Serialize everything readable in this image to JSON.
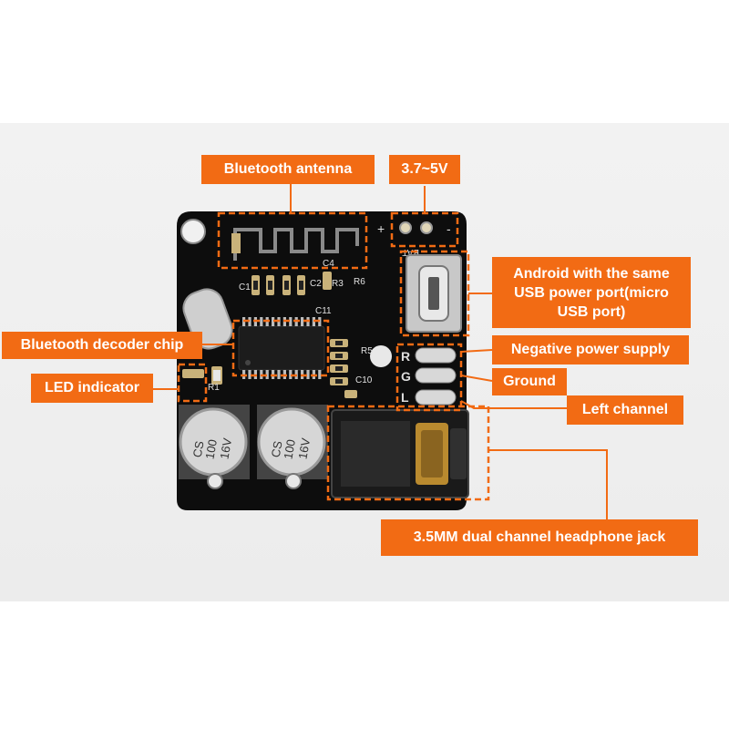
{
  "diagram": {
    "labels": {
      "bluetooth_antenna": "Bluetooth antenna",
      "voltage": "3.7~5V",
      "usb_port": [
        "Android with the same",
        "USB power port(micro",
        "USB port)"
      ],
      "decoder_chip": "Bluetooth decoder chip",
      "negative_supply": "Negative power supply",
      "led_indicator": "LED indicator",
      "ground": "Ground",
      "left_channel": "Left channel",
      "headphone_jack": "3.5MM dual channel headphone jack"
    },
    "board_markings": {
      "plus": "+",
      "minus": "-",
      "bat": "BAT",
      "cap_left": [
        "CS",
        "100",
        "16V"
      ],
      "cap_right": [
        "CS",
        "100",
        "16V"
      ],
      "pin_r": "R",
      "pin_g": "G",
      "pin_l": "L",
      "silk": [
        "C1",
        "C2",
        "R3",
        "C4",
        "R6",
        "C11",
        "C10",
        "R5",
        "R1"
      ]
    },
    "colors": {
      "accent": "#f26b14",
      "board": "#0d0d0d",
      "pad": "#c9b27a",
      "connector_gold": "#b98a2f"
    }
  }
}
